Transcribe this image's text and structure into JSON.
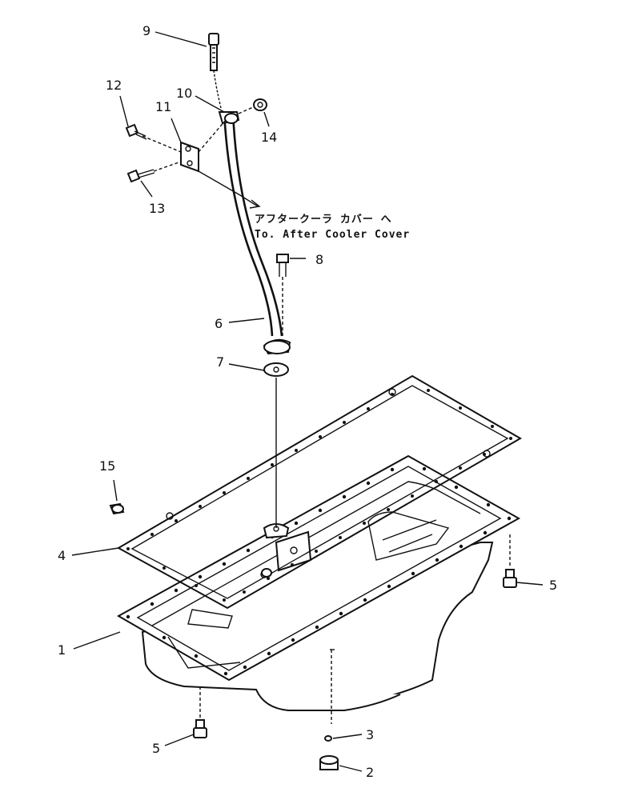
{
  "callouts": {
    "c1": "1",
    "c2": "2",
    "c3": "3",
    "c4": "4",
    "c5a": "5",
    "c5b": "5",
    "c6": "6",
    "c7": "7",
    "c8": "8",
    "c9": "9",
    "c10": "10",
    "c11": "11",
    "c12": "12",
    "c13": "13",
    "c14": "14",
    "c15": "15"
  },
  "note": {
    "japanese": "アフタークーラ カバー へ",
    "english": "To. After Cooler Cover"
  }
}
